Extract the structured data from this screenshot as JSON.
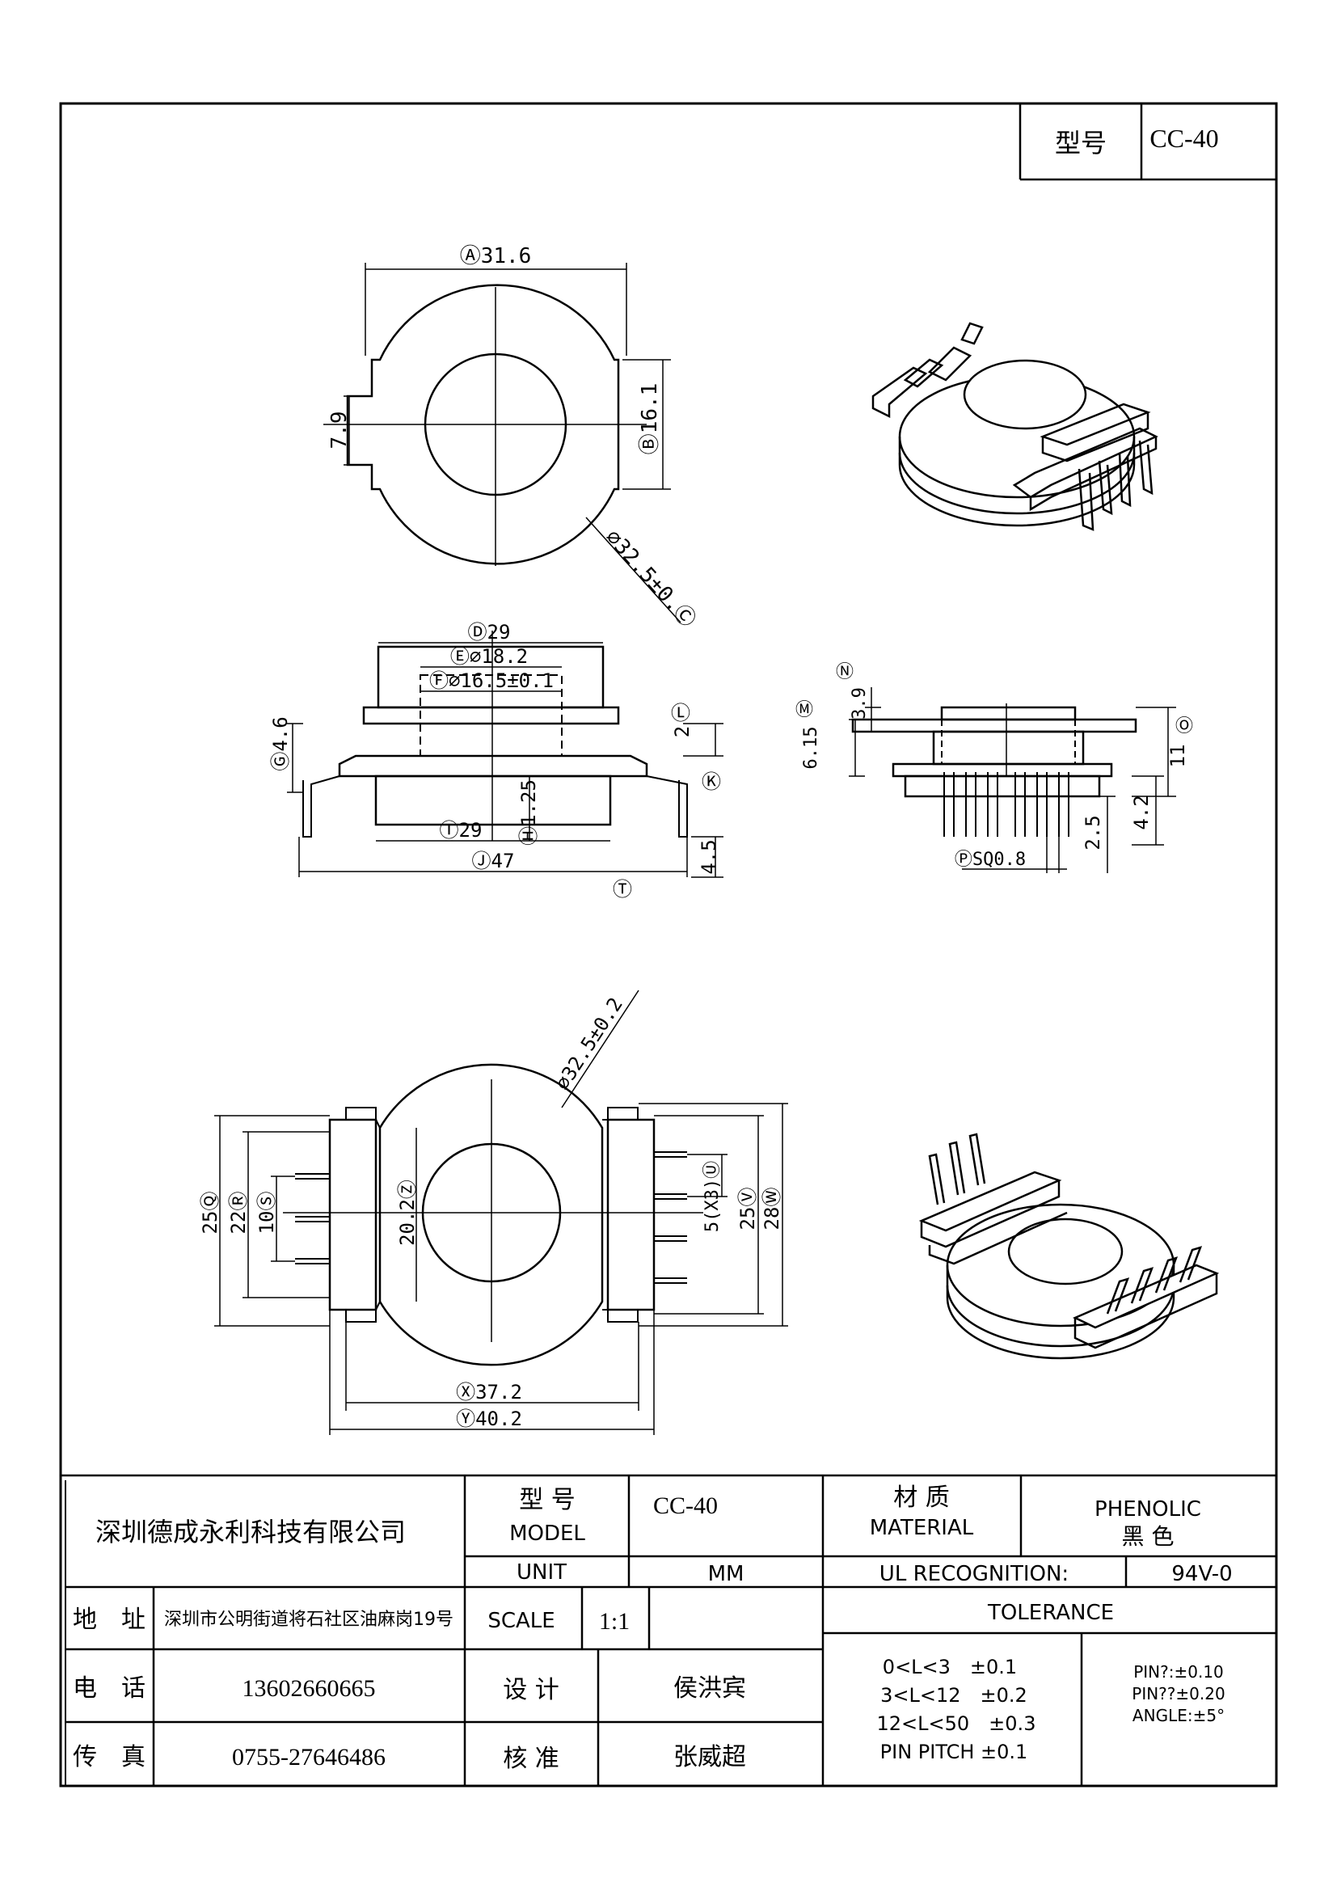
{
  "title_box": {
    "label": "型号",
    "value": "CC-40"
  },
  "top_view": {
    "width_label": "Ⓐ31.6",
    "flat_label": "Ⓑ16.1",
    "notch_label": "7.9",
    "diameter_label": "⌀32.5±0.Ⓒ"
  },
  "side_view": {
    "d_label": "Ⓓ29",
    "e_label": "Ⓔ⌀18.2",
    "f_label": "Ⓕ⌀16.5±0.1",
    "g_label": "Ⓖ4.6",
    "h_label": "Ⓗ1.25",
    "i_label": "Ⓘ29",
    "j_label": "Ⓙ47",
    "k_label": "Ⓚ",
    "l_label": "Ⓛ",
    "l_value": "2",
    "t_label": "Ⓣ",
    "pin_len": "4.5"
  },
  "end_view": {
    "n_label": "Ⓝ",
    "n_value": "3.9",
    "m_label": "Ⓜ",
    "m_value": "6.15",
    "o_label": "Ⓞ",
    "o_value": "11",
    "p_label": "ⓅSQ0.8",
    "v1": "2.5",
    "v2": "4.2"
  },
  "bottom_view": {
    "diameter_label": "⌀32.5±0.2",
    "q_label": "25Ⓠ",
    "r_label": "22Ⓡ",
    "s_label": "10Ⓢ",
    "z_label": "20.2Ⓩ",
    "u_label": "5(X3)Ⓤ",
    "v_label": "25Ⓥ",
    "w_label": "28Ⓦ",
    "x_label": "Ⓧ37.2",
    "y_label": "Ⓨ40.2"
  },
  "title_block": {
    "company": "深圳德成永利科技有限公司",
    "model_cn": "型 号",
    "model_en": "MODEL",
    "model_value": "CC-40",
    "material_cn": "材 质",
    "material_en": "MATERIAL",
    "material_value_en": "PHENOLIC",
    "material_value_cn": "黑 色",
    "unit_label": "UNIT",
    "unit_value": "MM",
    "ul_label": "UL RECOGNITION:",
    "ul_value": "94V-0",
    "address_label": "地　址",
    "address_value": "深圳市公明街道将石社区油麻岗19号",
    "scale_label": "SCALE",
    "scale_value": "1:1",
    "tolerance_label": "TOLERANCE",
    "phone_label": "电　话",
    "phone_value": "13602660665",
    "design_label": "设 计",
    "design_value": "侯洪宾",
    "fax_label": "传　真",
    "fax_value": "0755-27646486",
    "check_label": "核 准",
    "check_value": "张威超",
    "tol_1": "0<L<3　±0.1",
    "tol_2": "3<L<12　±0.2",
    "tol_3": "12<L<50　±0.3",
    "tol_4": "PIN PITCH ±0.1",
    "tol_pin1": "PIN?:±0.10",
    "tol_pin2": "PIN??±0.20",
    "tol_angle": "ANGLE:±5°"
  }
}
